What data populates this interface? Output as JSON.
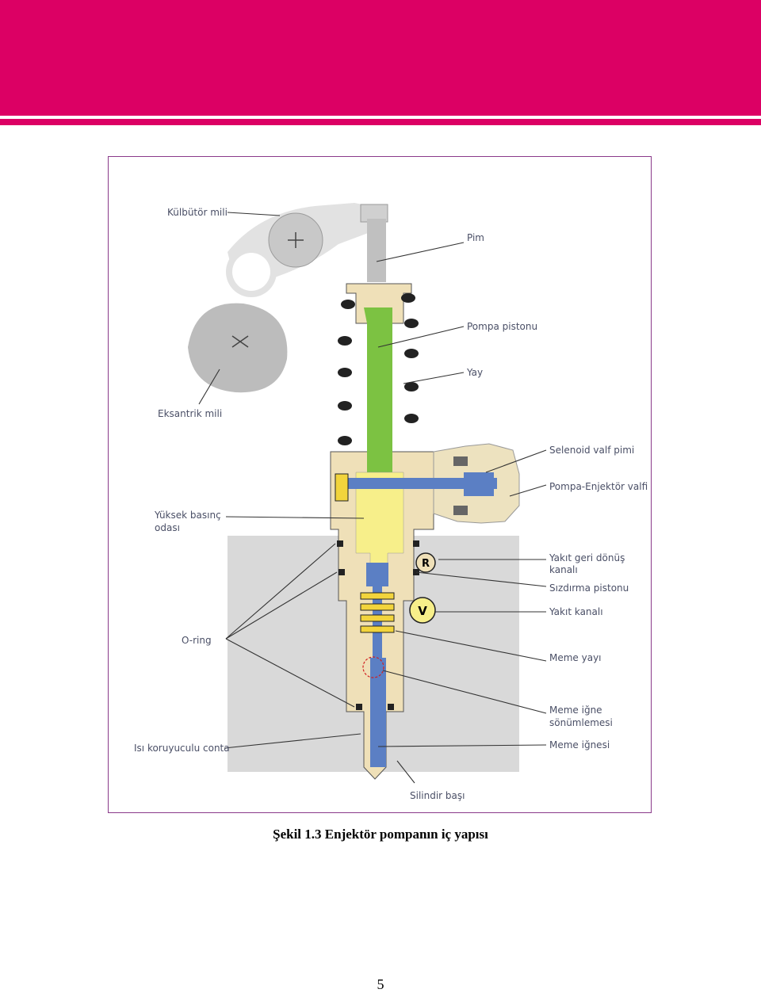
{
  "header": {
    "banner_color": "#dc0064"
  },
  "figure": {
    "labels": {
      "kulbutor_mili": "Külbütör mili",
      "pim": "Pim",
      "pompa_pistonu": "Pompa pistonu",
      "yay": "Yay",
      "eksantrik_mili": "Eksantrik mili",
      "selenoid_valf_pimi": "Selenoid valf pimi",
      "pompa_enjektor_valfi": "Pompa-Enjektör valfi",
      "yuksek_basinc_line1": "Yüksek basınç",
      "yuksek_basinc_line2": "odası",
      "yakit_geri_line1": "Yakıt geri dönüş",
      "yakit_geri_line2": "kanalı",
      "sizdirma_pistonu": "Sızdırma pistonu",
      "yakit_kanali": "Yakıt kanalı",
      "o_ring": "O-ring",
      "meme_yayi": "Meme yayı",
      "meme_igne_line1": "Meme iğne",
      "meme_igne_line2": "sönümlemesi",
      "isi_koruyucu": "Isı koruyuculu conta",
      "meme_ignesi": "Meme iğnesi",
      "silindir_basi": "Silindir başı",
      "badge_r": "R",
      "badge_v": "V"
    },
    "colors": {
      "plunger": "#7cc242",
      "high_pressure": "#f7ef8a",
      "fuel": "#5b7fc4",
      "body": "#efe0b8",
      "housing": "#d9d9d9",
      "cam": "#bcbcbc"
    }
  },
  "caption": "Şekil 1.3 Enjektör pompanın iç yapısı",
  "page_number": "5"
}
